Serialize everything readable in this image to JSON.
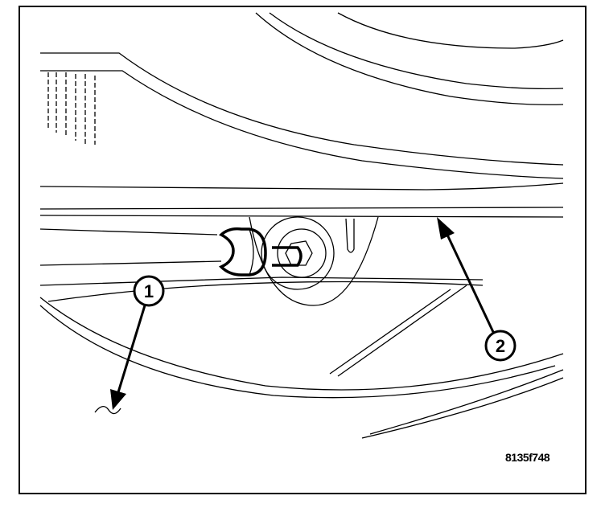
{
  "figure": {
    "figure_id": "8135f748",
    "callouts": [
      {
        "number": "1"
      },
      {
        "number": "2"
      }
    ]
  }
}
